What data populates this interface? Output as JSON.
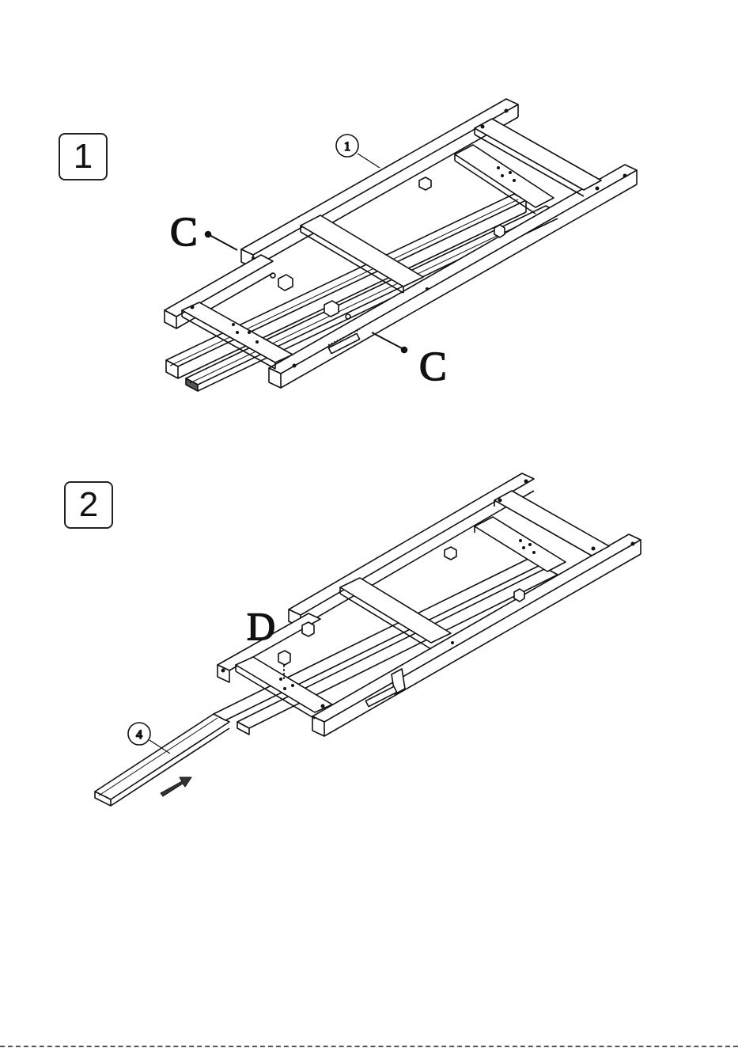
{
  "steps": [
    {
      "number": "1",
      "part_label": "1",
      "fastener_labels": [
        "C",
        "C"
      ]
    },
    {
      "number": "2",
      "part_label": "4",
      "fastener_labels": [
        "D"
      ]
    }
  ],
  "icons": [
    "arrow-icon",
    "screw-icon",
    "nut-icon",
    "washer-icon",
    "bolt-icon"
  ]
}
